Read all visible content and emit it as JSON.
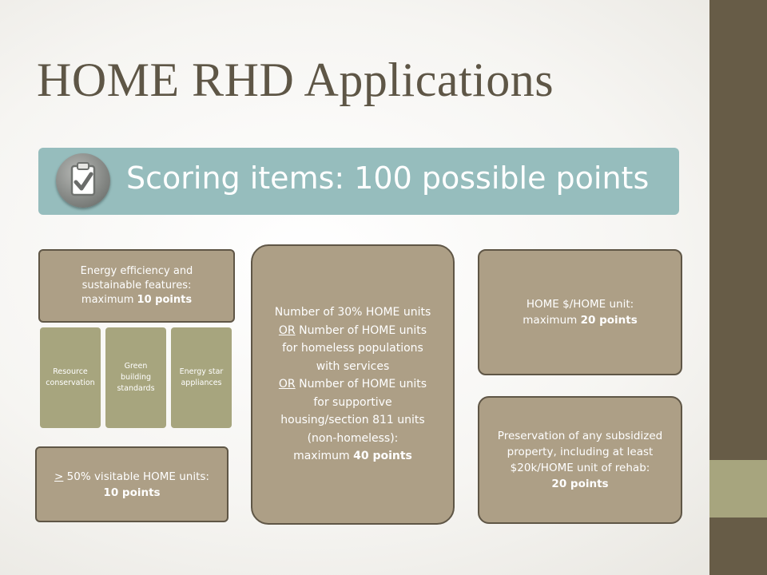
{
  "slide": {
    "title": "HOME RHD Applications",
    "banner": {
      "icon": "clipboard-check-icon",
      "text": "Scoring items: 100 possible points"
    }
  },
  "energy": {
    "line1": "Energy efficiency and",
    "line2": "sustainable features:",
    "line3_pre": "maximum ",
    "line3_bold": "10 points",
    "sub_items": [
      {
        "line1": "Resource",
        "line2": "conservation",
        "line3": ""
      },
      {
        "line1": "Green",
        "line2": "building",
        "line3": "standards"
      },
      {
        "line1": "Energy star",
        "line2": "appliances",
        "line3": ""
      }
    ]
  },
  "visitable": {
    "symbol": ">",
    "text": " 50% visitable HOME units:",
    "bold": "10 points"
  },
  "center": {
    "line1": "Number of 30% HOME units",
    "or1": "OR",
    "line2": " Number of HOME units",
    "line3": "for homeless populations",
    "line4": "with services",
    "or2": "OR",
    "line5": " Number of HOME units",
    "line6": "for supportive",
    "line7": "housing/section 811 units",
    "line8": "(non-homeless):",
    "line9_pre": "maximum ",
    "line9_bold": "40 points"
  },
  "per_unit": {
    "line1": "HOME $/HOME unit:",
    "line2_pre": "maximum ",
    "line2_bold": "20 points"
  },
  "preservation": {
    "line1": "Preservation of any subsidized",
    "line2": "property, including at least",
    "line3": "$20k/HOME unit of rehab:",
    "bold": "20 points"
  },
  "colors": {
    "title": "#5e5646",
    "banner": "#96bdbd",
    "box_fill": "#ad9f86",
    "box_border": "#5f5646",
    "sub_fill": "#a7a57e",
    "side_bar": "#675c47"
  }
}
